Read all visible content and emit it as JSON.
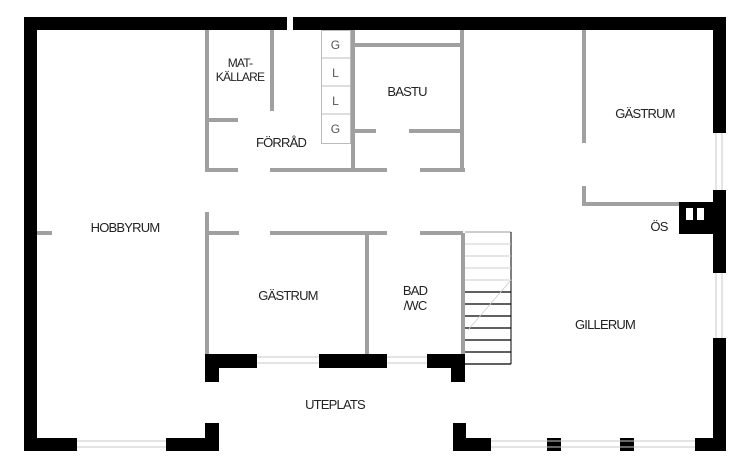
{
  "rooms": {
    "matkallare_line1": "MAT-",
    "matkallare_line2": "KÄLLARE",
    "forrad": "FÖRRÅD",
    "bastu": "BASTU",
    "gastrum_top": "GÄSTRUM",
    "os": "ÖS",
    "hobbyrum": "HOBBYRUM",
    "gastrum_mid": "GÄSTRUM",
    "bad_line1": "BAD",
    "bad_line2": "/WC",
    "gillerum": "GILLERUM",
    "uteplats": "UTEPLATS"
  },
  "storage_cells": [
    "G",
    "L",
    "L",
    "G"
  ],
  "colors": {
    "outer_wall": "#000000",
    "inner_wall": "#a0a0a0",
    "window": "#c8c8c8"
  }
}
